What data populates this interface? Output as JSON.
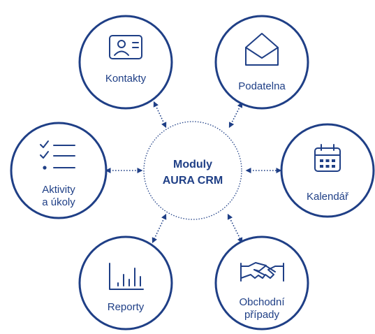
{
  "colors": {
    "primary": "#1f3f86",
    "background": "#ffffff"
  },
  "center": {
    "line1": "Moduly",
    "line2": "AURA CRM"
  },
  "nodes": [
    {
      "id": "kontakty",
      "icon": "contact-card-icon",
      "lines": [
        "Kontakty"
      ]
    },
    {
      "id": "podatelna",
      "icon": "envelope-icon",
      "lines": [
        "Podatelna"
      ]
    },
    {
      "id": "aktivity",
      "icon": "checklist-icon",
      "lines": [
        "Aktivity",
        "a úkoly"
      ]
    },
    {
      "id": "kalendar",
      "icon": "calendar-icon",
      "lines": [
        "Kalendář"
      ]
    },
    {
      "id": "reporty",
      "icon": "bar-chart-icon",
      "lines": [
        "Reporty"
      ]
    },
    {
      "id": "obchodni",
      "icon": "handshake-icon",
      "lines": [
        "Obchodní",
        "případy"
      ]
    }
  ]
}
